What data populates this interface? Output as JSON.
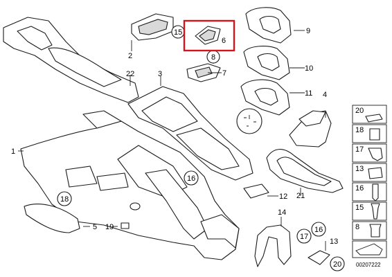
{
  "diagram": {
    "callouts": {
      "c1": "1",
      "c2": "2",
      "c3": "3",
      "c4": "4",
      "c5": "5",
      "c6": "6",
      "c7": "7",
      "c8": "8",
      "c9": "9",
      "c10": "10",
      "c11": "11",
      "c12": "12",
      "c13": "13",
      "c14": "14",
      "c15": "15",
      "c16a": "16",
      "c16b": "16",
      "c17": "17",
      "c18": "18",
      "c19": "19",
      "c20": "20",
      "c21": "21",
      "c22": "22"
    },
    "sidebar": {
      "items": [
        {
          "label": "20"
        },
        {
          "label": "18"
        },
        {
          "label": "17"
        },
        {
          "label": "13"
        },
        {
          "label": "16"
        },
        {
          "label": "15"
        },
        {
          "label": "8"
        }
      ]
    },
    "reference_number": "00207222",
    "highlight_color": "#d4141c"
  }
}
